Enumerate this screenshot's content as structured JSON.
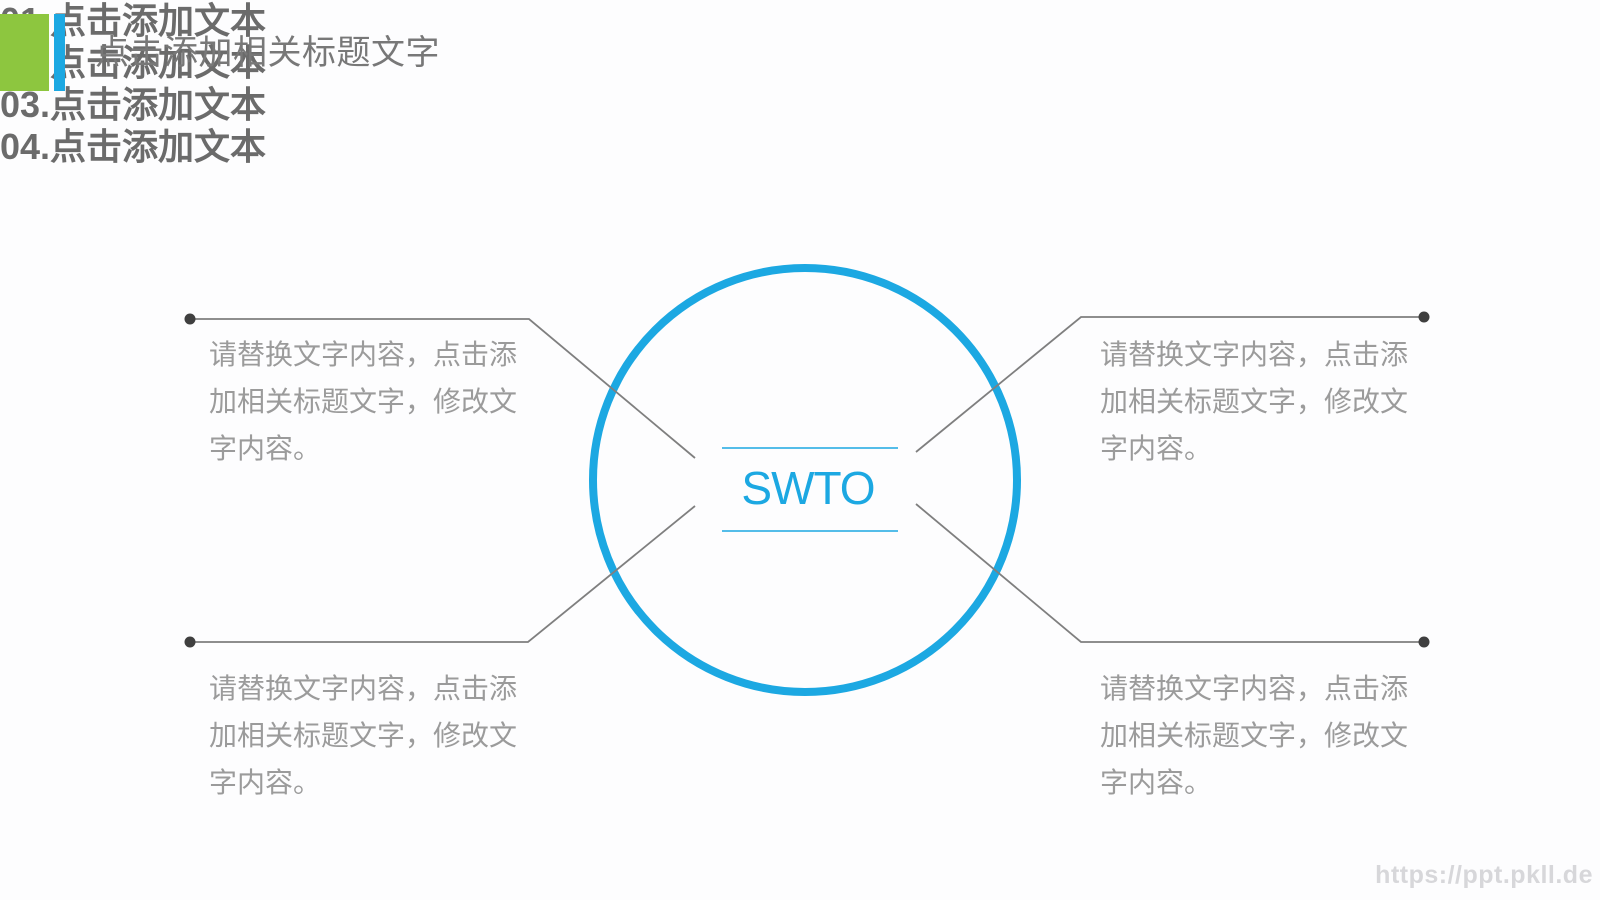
{
  "header": {
    "title": "点击添加相关标题文字"
  },
  "center": {
    "label": "SWTO"
  },
  "sections": [
    {
      "title": "01.点击添加文本",
      "body": "请替换文字内容，点击添加相关标题文字，修改文字内容。"
    },
    {
      "title": "02.点击添加文本",
      "body": "请替换文字内容，点击添加相关标题文字，修改文字内容。"
    },
    {
      "title": "03.点击添加文本",
      "body": "请替换文字内容，点击添加相关标题文字，修改文字内容。"
    },
    {
      "title": "04.点击添加文本",
      "body": "请替换文字内容，点击添加相关标题文字，修改文字内容。"
    }
  ],
  "watermark": "https://ppt.pkll.de",
  "colors": {
    "accent_green": "#8DC63F",
    "accent_blue": "#1CA8E2",
    "header_gray": "#787878",
    "section_title_gray": "#6B6B6B",
    "body_gray": "#9B9B9B",
    "connector_gray": "#7F7F7F",
    "dot_gray": "#3F3F3F",
    "watermark_gray": "#D7D7DA"
  }
}
